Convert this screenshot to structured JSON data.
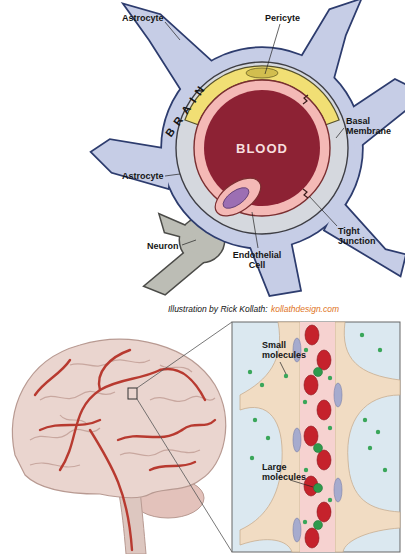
{
  "diagram": {
    "nodes": [
      {
        "text": [
          "BLOOD"
        ]
      }
    ],
    "labels": [
      "Astrocyte",
      "Pericyte",
      "BRAIN",
      "Basal Membrane",
      "Astrocyte",
      "Tight Junction",
      "Neuron",
      "Endothelial Cell",
      "Illustration by Rick Kollath:",
      "kollathdesign.com",
      "Small molecules",
      "Large molecules"
    ]
  }
}
